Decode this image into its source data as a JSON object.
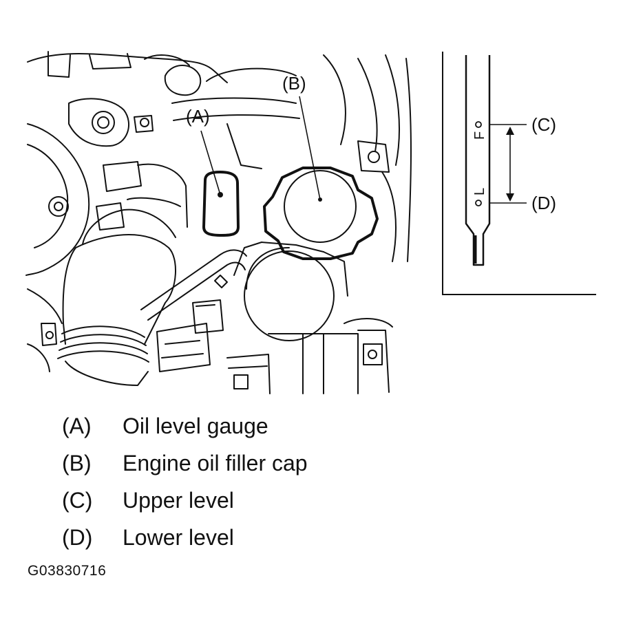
{
  "diagram": {
    "callouts": {
      "a": "(A)",
      "b": "(B)",
      "c": "(C)",
      "d": "(D)"
    },
    "dipstick_marks": {
      "upper": "F",
      "lower": "L"
    }
  },
  "legend": [
    {
      "key": "(A)",
      "text": "Oil level gauge"
    },
    {
      "key": "(B)",
      "text": "Engine oil filler cap"
    },
    {
      "key": "(C)",
      "text": "Upper level"
    },
    {
      "key": "(D)",
      "text": "Lower level"
    }
  ],
  "figure_id": "G03830716"
}
